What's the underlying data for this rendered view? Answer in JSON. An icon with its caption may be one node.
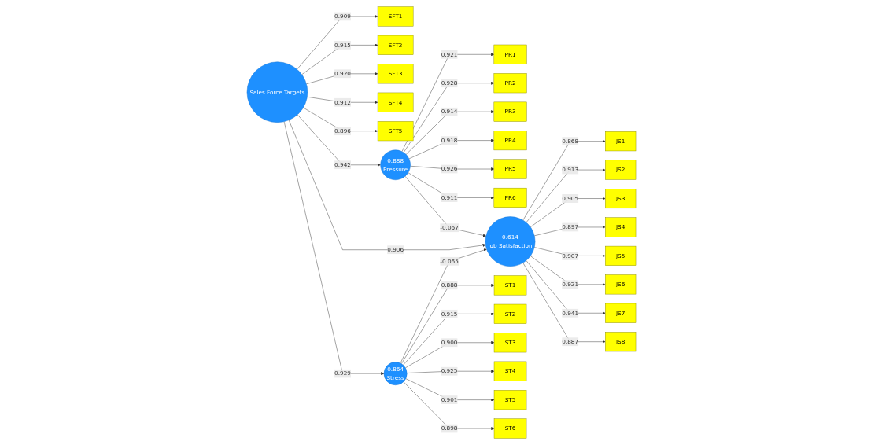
{
  "diagram": {
    "nodes": [
      {
        "text": [
          "PR1"
        ]
      },
      {
        "text": [
          "PR2"
        ]
      },
      {
        "text": [
          "PR3"
        ]
      },
      {
        "text": [
          "PR4"
        ]
      },
      {
        "text": [
          "PR5"
        ]
      },
      {
        "text": [
          "PR6"
        ]
      },
      {
        "text": [
          "SFT1"
        ]
      },
      {
        "text": [
          "SFT2"
        ]
      },
      {
        "text": [
          "SFT3"
        ]
      },
      {
        "text": [
          "SFT4"
        ]
      },
      {
        "text": [
          "SFT5"
        ]
      },
      {
        "text": [
          "Sales Force Targets"
        ]
      },
      {
        "text": [
          "0.888",
          "Pressure"
        ]
      },
      {
        "text": [
          "0.864",
          "Stress"
        ]
      },
      {
        "text": [
          "0.614",
          "Job Satisfaction"
        ]
      },
      {
        "text": [
          "JS1"
        ]
      },
      {
        "text": [
          "JS2"
        ]
      },
      {
        "text": [
          "JS3"
        ]
      },
      {
        "text": [
          "JS4"
        ]
      },
      {
        "text": [
          "JS5"
        ]
      },
      {
        "text": [
          "JS6"
        ]
      },
      {
        "text": [
          "JS7"
        ]
      },
      {
        "text": [
          "JS8"
        ]
      },
      {
        "text": [
          "ST1"
        ]
      },
      {
        "text": [
          "ST2"
        ]
      },
      {
        "text": [
          "ST3"
        ]
      },
      {
        "text": [
          "ST4"
        ]
      },
      {
        "text": [
          "ST5"
        ]
      },
      {
        "text": [
          "ST6"
        ]
      }
    ],
    "edges": [
      {
        "from": 12,
        "to": 0,
        "arrow": "to",
        "label": "0.921"
      },
      {
        "from": 12,
        "to": 1,
        "arrow": "to",
        "label": "0.928"
      },
      {
        "from": 12,
        "to": 2,
        "arrow": "to",
        "label": "0.914"
      },
      {
        "from": 12,
        "to": 3,
        "arrow": "to",
        "label": "0.918"
      },
      {
        "from": 12,
        "to": 4,
        "arrow": "to",
        "label": "0.926"
      },
      {
        "from": 12,
        "to": 5,
        "arrow": "to",
        "label": "0.911"
      },
      {
        "from": 11,
        "to": 6,
        "arrow": "to",
        "label": "0.909"
      },
      {
        "from": 11,
        "to": 7,
        "arrow": "to",
        "label": "0.915"
      },
      {
        "from": 11,
        "to": 8,
        "arrow": "to",
        "label": "0.920"
      },
      {
        "from": 11,
        "to": 9,
        "arrow": "to",
        "label": "0.912"
      },
      {
        "from": 11,
        "to": 10,
        "arrow": "to",
        "label": "0.896"
      },
      {
        "from": 11,
        "to": 12,
        "arrow": "to",
        "label": "0.942"
      },
      {
        "from": 11,
        "to": 14,
        "arrow": "to",
        "label": "0.906"
      },
      {
        "from": 11,
        "to": 13,
        "arrow": "to",
        "label": "0.929"
      },
      {
        "from": 12,
        "to": 14,
        "arrow": "to",
        "label": "-0.067"
      },
      {
        "from": 13,
        "to": 14,
        "arrow": "to",
        "label": "-0.065"
      },
      {
        "from": 14,
        "to": 15,
        "arrow": "to",
        "label": "0.868"
      },
      {
        "from": 14,
        "to": 16,
        "arrow": "to",
        "label": "0.913"
      },
      {
        "from": 14,
        "to": 17,
        "arrow": "to",
        "label": "0.905"
      },
      {
        "from": 14,
        "to": 18,
        "arrow": "to",
        "label": "0.897"
      },
      {
        "from": 14,
        "to": 19,
        "arrow": "to",
        "label": "0.907"
      },
      {
        "from": 14,
        "to": 20,
        "arrow": "to",
        "label": "0.921"
      },
      {
        "from": 14,
        "to": 21,
        "arrow": "to",
        "label": "0.941"
      },
      {
        "from": 14,
        "to": 22,
        "arrow": "to",
        "label": "0.887"
      },
      {
        "from": 13,
        "to": 23,
        "arrow": "to",
        "label": "0.888"
      },
      {
        "from": 13,
        "to": 24,
        "arrow": "to",
        "label": "0.915"
      },
      {
        "from": 13,
        "to": 25,
        "arrow": "to",
        "label": "0.900"
      },
      {
        "from": 13,
        "to": 26,
        "arrow": "to",
        "label": "0.925"
      },
      {
        "from": 13,
        "to": 27,
        "arrow": "to",
        "label": "0.901"
      },
      {
        "from": 13,
        "to": 28,
        "arrow": "to",
        "label": "0.898"
      }
    ]
  }
}
